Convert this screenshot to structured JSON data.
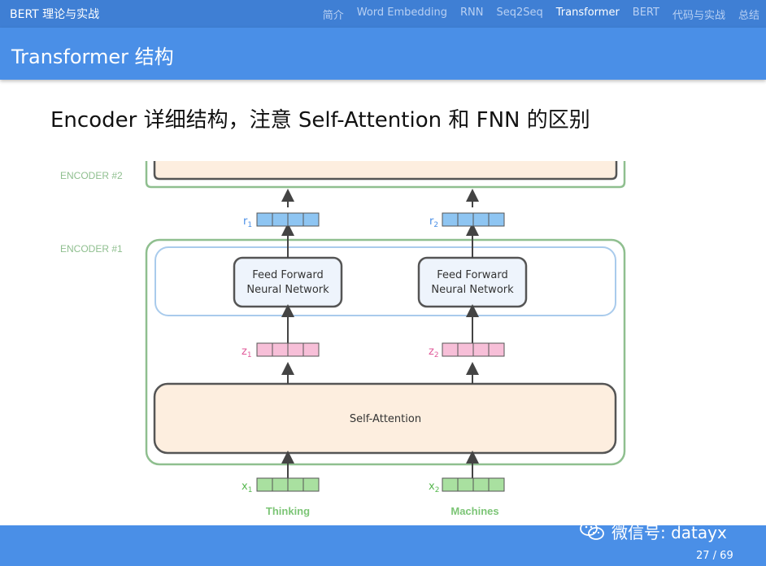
{
  "nav": {
    "brand": "BERT 理论与实战",
    "links": [
      {
        "label": "简介",
        "active": false
      },
      {
        "label": "Word Embedding",
        "active": false
      },
      {
        "label": "RNN",
        "active": false
      },
      {
        "label": "Seq2Seq",
        "active": false
      },
      {
        "label": "Transformer",
        "active": true
      },
      {
        "label": "BERT",
        "active": false
      },
      {
        "label": "代码与实战",
        "active": false
      },
      {
        "label": "总结",
        "active": false
      }
    ]
  },
  "slide": {
    "title": "Transformer 结构",
    "heading": "Encoder 详细结构，注意 Self-Attention 和 FNN 的区别"
  },
  "diagram": {
    "encoder2_label": "ENCODER #2",
    "encoder1_label": "ENCODER #1",
    "ffn_label_line1": "Feed Forward",
    "ffn_label_line2": "Neural Network",
    "self_attention_label": "Self-Attention",
    "words": [
      "Thinking",
      "Machines"
    ],
    "r_labels": [
      {
        "base": "r",
        "sub": "1"
      },
      {
        "base": "r",
        "sub": "2"
      }
    ],
    "z_labels": [
      {
        "base": "z",
        "sub": "1"
      },
      {
        "base": "z",
        "sub": "2"
      }
    ],
    "x_labels": [
      {
        "base": "x",
        "sub": "1"
      },
      {
        "base": "x",
        "sub": "2"
      }
    ],
    "colors": {
      "encoder_border": "#8fbf8f",
      "attention_fill": "#fdeedf",
      "ffn_group_border": "#a9cbec",
      "ffn_fill": "#eef4fc",
      "r_vector": "#8ec5f2",
      "z_vector": "#f7bfd8",
      "x_vector": "#a9e0a0",
      "word_text": "#7cc576",
      "encoder_label_text": "#8fbf8f"
    }
  },
  "footer": {
    "watermark": "微信号: datayx",
    "page": "27 / 69"
  }
}
